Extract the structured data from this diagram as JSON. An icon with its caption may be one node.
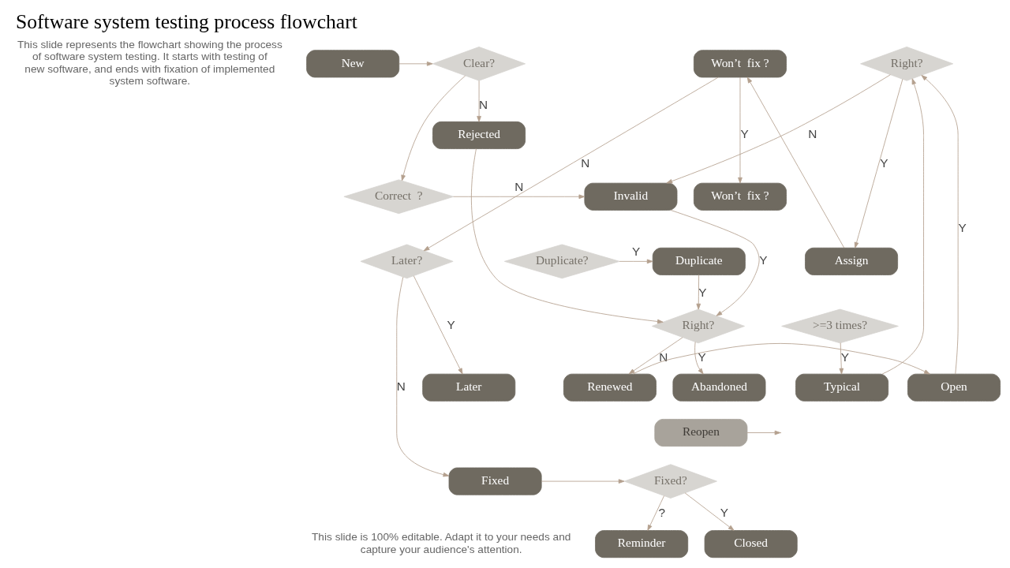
{
  "diagram": {
    "title": "Software system testing process flowchart",
    "caption": "This slide is 100% editable. Adapt it to your needs and capture your audience's attention.",
    "nodes": [
      {
        "text": [
          "New"
        ]
      },
      {
        "text": [
          "Clear?"
        ]
      },
      {
        "text": [
          "Right?"
        ]
      },
      {
        "text": [
          "Won’t  fix ?"
        ]
      },
      {
        "text": [
          "Rejected"
        ]
      },
      {
        "text": [
          "Invalid"
        ]
      },
      {
        "text": [
          "Correct  ?"
        ]
      },
      {
        "text": [
          "Won’t  fix ?"
        ]
      },
      {
        "text": [
          "Duplicate"
        ]
      },
      {
        "text": [
          "Duplicate?"
        ]
      },
      {
        "text": [
          "Assign"
        ]
      },
      {
        "text": [
          "Later?"
        ]
      },
      {
        "text": [
          "Right?"
        ]
      },
      {
        "text": [
          ">=3 times?"
        ]
      },
      {
        "text": [
          "Typical"
        ]
      },
      {
        "text": [
          "Abandoned"
        ]
      },
      {
        "text": [
          "Renewed"
        ]
      },
      {
        "text": [
          "Open"
        ]
      },
      {
        "text": [
          "Later"
        ]
      },
      {
        "text": [
          "Reopen"
        ]
      },
      {
        "text": [
          "Fixed?"
        ]
      },
      {
        "text": [
          "Fixed"
        ]
      },
      {
        "text": [
          "Reminder"
        ]
      },
      {
        "text": [
          "Closed"
        ]
      }
    ],
    "edges": [
      {
        "from": 0,
        "to": 1,
        "arrow": "to"
      },
      {
        "from": 1,
        "to": 4,
        "arrow": "to",
        "label": "N"
      },
      {
        "from": 1,
        "to": 6,
        "arrow": "to"
      },
      {
        "from": 2,
        "to": 5,
        "arrow": "to",
        "label": "N"
      },
      {
        "from": 6,
        "to": 5,
        "arrow": "to",
        "label": "N"
      },
      {
        "from": 9,
        "to": 8,
        "arrow": "to",
        "label": "Y"
      },
      {
        "from": 4,
        "to": 12,
        "arrow": "to"
      },
      {
        "from": 5,
        "to": 12,
        "arrow": "to",
        "label": "Y"
      },
      {
        "from": 8,
        "to": 12,
        "arrow": "to",
        "label": "Y"
      },
      {
        "from": 12,
        "to": 15,
        "arrow": "to",
        "label": "Y"
      },
      {
        "from": 12,
        "to": 16,
        "arrow": "to",
        "label": "N"
      },
      {
        "from": 13,
        "to": 14,
        "arrow": "to",
        "label": "Y"
      },
      {
        "from": 16,
        "to": 17,
        "arrow": "to"
      },
      {
        "from": 17,
        "to": 2,
        "arrow": "to",
        "label": "Y"
      },
      {
        "from": 14,
        "to": 2,
        "arrow": "to"
      },
      {
        "from": 2,
        "to": 10,
        "arrow": "to",
        "label": "Y"
      },
      {
        "from": 10,
        "to": 3,
        "arrow": "to"
      },
      {
        "from": 3,
        "to": 7,
        "arrow": "to",
        "label": "Y"
      },
      {
        "from": 3,
        "to": 11,
        "arrow": "to",
        "label": "N"
      },
      {
        "from": 11,
        "to": 18,
        "arrow": "to",
        "label": "Y"
      },
      {
        "from": 11,
        "to": 21,
        "arrow": "to",
        "label": "N"
      },
      {
        "from": 19,
        "to": null,
        "arrow": "to"
      },
      {
        "from": 21,
        "to": 20,
        "arrow": "to"
      },
      {
        "from": 20,
        "to": 22,
        "arrow": "to",
        "label": "?"
      },
      {
        "from": 20,
        "to": 23,
        "arrow": "to",
        "label": "Y"
      }
    ],
    "labels": [
      "This slide represents the flowchart showing the process of software system testing. It starts with testing of new software, and ends with fixation of implemented system software."
    ]
  }
}
